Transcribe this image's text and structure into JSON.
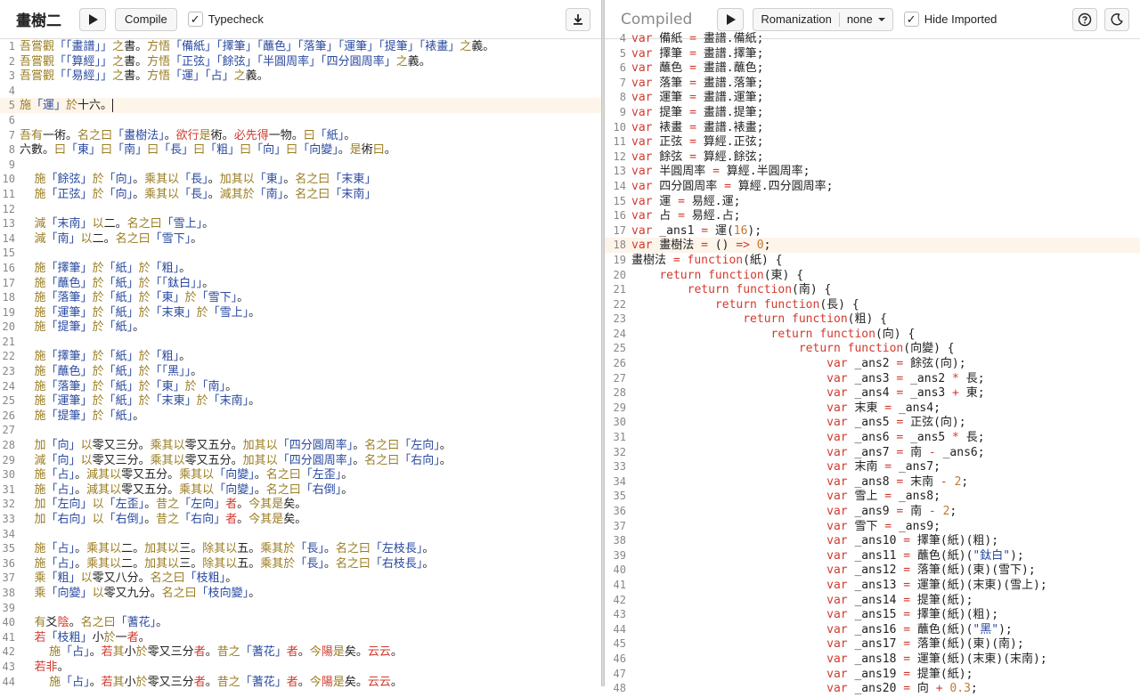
{
  "left": {
    "title": "畫樹二",
    "compile_label": "Compile",
    "typecheck_label": "Typecheck",
    "typecheck_checked": "✓",
    "lines": [
      {
        "n": "1",
        "t": "吾嘗觀「「畫譜」」之書。方悟「備紙」「擇筆」「蘸色」「落筆」「運筆」「提筆」「裱畫」之義。"
      },
      {
        "n": "2",
        "t": "吾嘗觀「「算經」」之書。方悟「正弦」「餘弦」「半圓周率」「四分圓周率」之義。"
      },
      {
        "n": "3",
        "t": "吾嘗觀「「易經」」之書。方悟「運」「占」之義。"
      },
      {
        "n": "4",
        "t": ""
      },
      {
        "n": "5",
        "t": "施「運」於十六。",
        "active": true
      },
      {
        "n": "6",
        "t": ""
      },
      {
        "n": "7",
        "t": "吾有一術。名之曰「畫樹法」。欲行是術。必先得一物。曰「紙」。"
      },
      {
        "n": "8",
        "t": "六數。曰「東」曰「南」曰「長」曰「粗」曰「向」曰「向變」。是術曰。"
      },
      {
        "n": "9",
        "t": ""
      },
      {
        "n": "10",
        "t": "    施「餘弦」於「向」。乘其以「長」。加其以「東」。名之曰「末東」"
      },
      {
        "n": "11",
        "t": "    施「正弦」於「向」。乘其以「長」。減其於「南」。名之曰「末南」"
      },
      {
        "n": "12",
        "t": ""
      },
      {
        "n": "13",
        "t": "    減「末南」以二。名之曰「雪上」。"
      },
      {
        "n": "14",
        "t": "    減「南」以二。名之曰「雪下」。"
      },
      {
        "n": "15",
        "t": ""
      },
      {
        "n": "16",
        "t": "    施「擇筆」於「紙」於「粗」。"
      },
      {
        "n": "17",
        "t": "    施「蘸色」於「紙」於「「鈦白」」。"
      },
      {
        "n": "18",
        "t": "    施「落筆」於「紙」於「東」於「雪下」。"
      },
      {
        "n": "19",
        "t": "    施「運筆」於「紙」於「末東」於「雪上」。"
      },
      {
        "n": "20",
        "t": "    施「提筆」於「紙」。"
      },
      {
        "n": "21",
        "t": ""
      },
      {
        "n": "22",
        "t": "    施「擇筆」於「紙」於「粗」。"
      },
      {
        "n": "23",
        "t": "    施「蘸色」於「紙」於「「黑」」。"
      },
      {
        "n": "24",
        "t": "    施「落筆」於「紙」於「東」於「南」。"
      },
      {
        "n": "25",
        "t": "    施「運筆」於「紙」於「末東」於「末南」。"
      },
      {
        "n": "26",
        "t": "    施「提筆」於「紙」。"
      },
      {
        "n": "27",
        "t": ""
      },
      {
        "n": "28",
        "t": "    加「向」以零又三分。乘其以零又五分。加其以「四分圓周率」。名之曰「左向」。"
      },
      {
        "n": "29",
        "t": "    減「向」以零又三分。乘其以零又五分。加其以「四分圓周率」。名之曰「右向」。"
      },
      {
        "n": "30",
        "t": "    施「占」。減其以零又五分。乘其以「向變」。名之曰「左歪」。"
      },
      {
        "n": "31",
        "t": "    施「占」。減其以零又五分。乘其以「向變」。名之曰「右倒」。"
      },
      {
        "n": "32",
        "t": "    加「左向」以「左歪」。昔之「左向」者。今其是矣。"
      },
      {
        "n": "33",
        "t": "    加「右向」以「右倒」。昔之「右向」者。今其是矣。"
      },
      {
        "n": "34",
        "t": ""
      },
      {
        "n": "35",
        "t": "    施「占」。乘其以二。加其以三。除其以五。乘其於「長」。名之曰「左枝長」。"
      },
      {
        "n": "36",
        "t": "    施「占」。乘其以二。加其以三。除其以五。乘其於「長」。名之曰「右枝長」。"
      },
      {
        "n": "37",
        "t": "    乘「粗」以零又八分。名之曰「枝粗」。"
      },
      {
        "n": "38",
        "t": "    乘「向變」以零又九分。名之曰「枝向變」。"
      },
      {
        "n": "39",
        "t": ""
      },
      {
        "n": "40",
        "t": "    有爻陰。名之曰「蓍花」。"
      },
      {
        "n": "41",
        "t": "    若「枝粗」小於一者。"
      },
      {
        "n": "42",
        "t": "        施「占」。若其小於零又三分者。昔之「蓍花」者。今陽是矣。云云。"
      },
      {
        "n": "43",
        "t": "    若非。"
      },
      {
        "n": "44",
        "t": "        施「占」。若其小於零又三分者。昔之「蓍花」者。今陽是矣。云云。"
      }
    ]
  },
  "right": {
    "title": "Compiled",
    "romanization_label": "Romanization",
    "romanization_value": "none",
    "hide_imported_label": "Hide Imported",
    "hide_imported_checked": "✓",
    "lines": [
      {
        "n": "4",
        "t": "var 備紙 = 畫譜.備紙;"
      },
      {
        "n": "5",
        "t": "var 擇筆 = 畫譜.擇筆;"
      },
      {
        "n": "6",
        "t": "var 蘸色 = 畫譜.蘸色;"
      },
      {
        "n": "7",
        "t": "var 落筆 = 畫譜.落筆;"
      },
      {
        "n": "8",
        "t": "var 運筆 = 畫譜.運筆;"
      },
      {
        "n": "9",
        "t": "var 提筆 = 畫譜.提筆;"
      },
      {
        "n": "10",
        "t": "var 裱畫 = 畫譜.裱畫;"
      },
      {
        "n": "11",
        "t": "var 正弦 = 算經.正弦;"
      },
      {
        "n": "12",
        "t": "var 餘弦 = 算經.餘弦;"
      },
      {
        "n": "13",
        "t": "var 半圓周率 = 算經.半圓周率;"
      },
      {
        "n": "14",
        "t": "var 四分圓周率 = 算經.四分圓周率;"
      },
      {
        "n": "15",
        "t": "var 運 = 易經.運;"
      },
      {
        "n": "16",
        "t": "var 占 = 易經.占;"
      },
      {
        "n": "17",
        "t": "var _ans1 = 運(16);"
      },
      {
        "n": "18",
        "t": "var 畫樹法 = () => 0;",
        "active": true
      },
      {
        "n": "19",
        "t": "畫樹法 = function(紙) {"
      },
      {
        "n": "20",
        "t": "    return function(東) {"
      },
      {
        "n": "21",
        "t": "        return function(南) {"
      },
      {
        "n": "22",
        "t": "            return function(長) {"
      },
      {
        "n": "23",
        "t": "                return function(粗) {"
      },
      {
        "n": "24",
        "t": "                    return function(向) {"
      },
      {
        "n": "25",
        "t": "                        return function(向變) {"
      },
      {
        "n": "26",
        "t": "                            var _ans2 = 餘弦(向);"
      },
      {
        "n": "27",
        "t": "                            var _ans3 = _ans2 * 長;"
      },
      {
        "n": "28",
        "t": "                            var _ans4 = _ans3 + 東;"
      },
      {
        "n": "29",
        "t": "                            var 末東 = _ans4;"
      },
      {
        "n": "30",
        "t": "                            var _ans5 = 正弦(向);"
      },
      {
        "n": "31",
        "t": "                            var _ans6 = _ans5 * 長;"
      },
      {
        "n": "32",
        "t": "                            var _ans7 = 南 - _ans6;"
      },
      {
        "n": "33",
        "t": "                            var 末南 = _ans7;"
      },
      {
        "n": "34",
        "t": "                            var _ans8 = 末南 - 2;"
      },
      {
        "n": "35",
        "t": "                            var 雪上 = _ans8;"
      },
      {
        "n": "36",
        "t": "                            var _ans9 = 南 - 2;"
      },
      {
        "n": "37",
        "t": "                            var 雪下 = _ans9;"
      },
      {
        "n": "38",
        "t": "                            var _ans10 = 擇筆(紙)(粗);"
      },
      {
        "n": "39",
        "t": "                            var _ans11 = 蘸色(紙)(\"鈦白\");"
      },
      {
        "n": "40",
        "t": "                            var _ans12 = 落筆(紙)(東)(雪下);"
      },
      {
        "n": "41",
        "t": "                            var _ans13 = 運筆(紙)(末東)(雪上);"
      },
      {
        "n": "42",
        "t": "                            var _ans14 = 提筆(紙);"
      },
      {
        "n": "43",
        "t": "                            var _ans15 = 擇筆(紙)(粗);"
      },
      {
        "n": "44",
        "t": "                            var _ans16 = 蘸色(紙)(\"黑\");"
      },
      {
        "n": "45",
        "t": "                            var _ans17 = 落筆(紙)(東)(南);"
      },
      {
        "n": "46",
        "t": "                            var _ans18 = 運筆(紙)(末東)(末南);"
      },
      {
        "n": "47",
        "t": "                            var _ans19 = 提筆(紙);"
      },
      {
        "n": "48",
        "t": "                            var _ans20 = 向 + 0.3;"
      }
    ]
  },
  "colors": {
    "string": "#2a4aa0",
    "keyword": "#d13b2f",
    "operator": "#9a7c20",
    "active_line": "#fdf4ea"
  },
  "icons": {
    "run_left": "play-icon",
    "run_right": "play-icon",
    "download": "download-icon",
    "help": "question-icon",
    "theme": "moon-icon"
  }
}
